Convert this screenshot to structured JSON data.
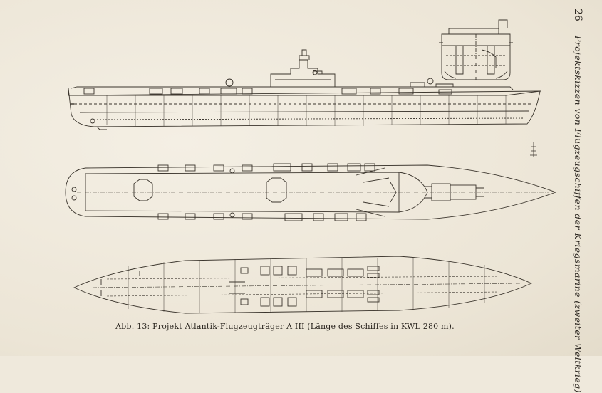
{
  "page": {
    "number": "26",
    "running_title": "Projektskizzen von Flugzeugschiffen der Kriegsmarine (zweiter Weltkrieg)"
  },
  "figure": {
    "caption_label": "Abb. 13:",
    "caption_text": "Projekt Atlantik-Flugzeugträger A III (Länge des Schiffes in KWL 280 m)."
  },
  "colors": {
    "paper": "#efe9dc",
    "ink": "#2b2620",
    "light_ink": "#6d655a"
  }
}
